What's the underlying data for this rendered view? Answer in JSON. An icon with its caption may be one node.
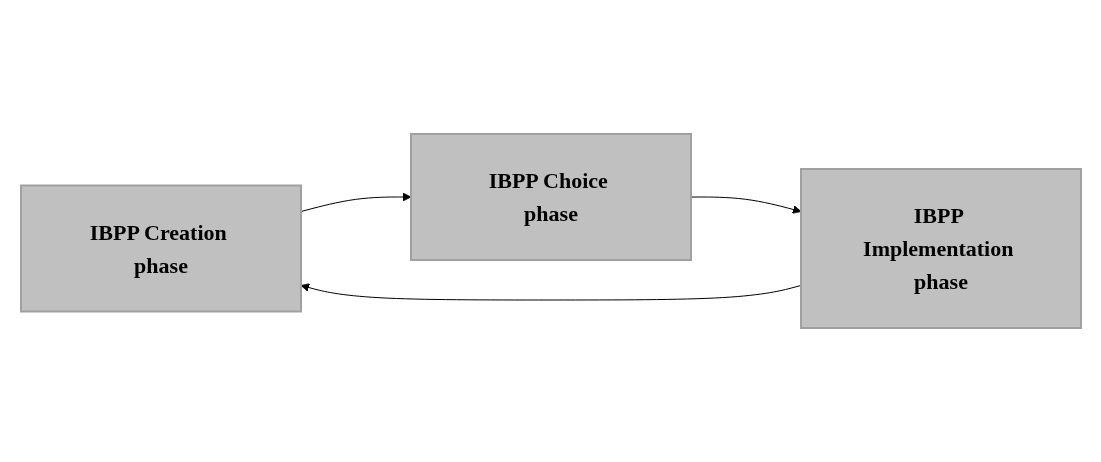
{
  "diagram": {
    "nodes": [
      {
        "text": [
          "IBPP Creation phase"
        ]
      },
      {
        "text": [
          "IBPP Choice phase"
        ]
      },
      {
        "text": [
          "IBPP Implementation phase"
        ]
      }
    ],
    "edges": [
      {
        "from": 0,
        "to": 1,
        "arrow": "to"
      },
      {
        "from": 1,
        "to": 2,
        "arrow": "to"
      },
      {
        "from": 2,
        "to": 0,
        "arrow": "to"
      }
    ]
  }
}
